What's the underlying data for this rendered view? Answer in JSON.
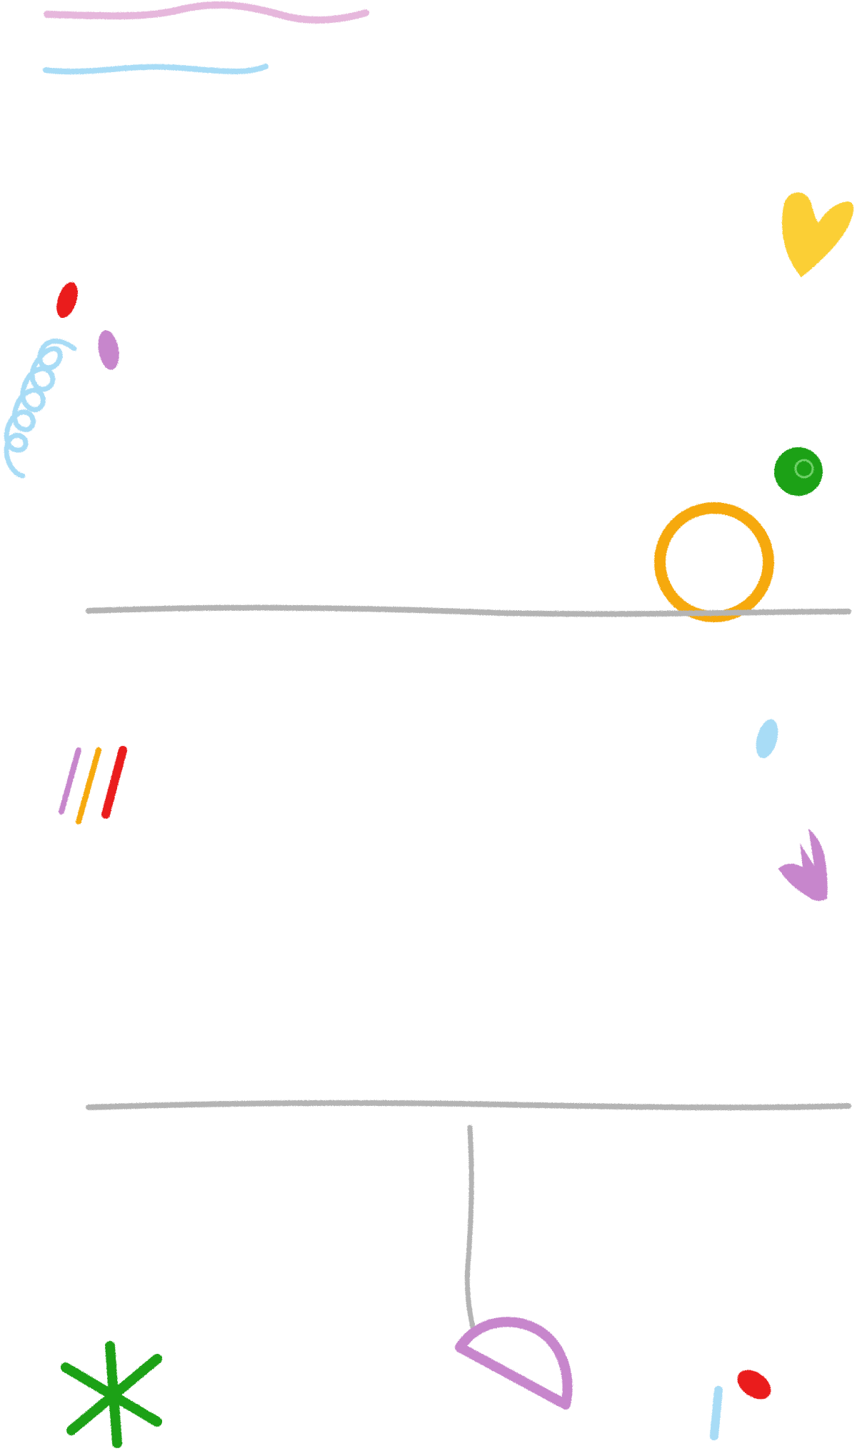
{
  "palette": {
    "pink": "#e6b7dc",
    "light_blue": "#a8dcf6",
    "yellow": "#fbcf35",
    "red": "#ea1e1e",
    "purple": "#c786cc",
    "green": "#1ea119",
    "orange": "#f6a90d",
    "gray": "#b4b4b4"
  },
  "doodles": [
    {
      "name": "pink-wavy-line-doodle",
      "icon": "wavy-line",
      "color": "pink"
    },
    {
      "name": "blue-wavy-line-doodle",
      "icon": "wavy-line",
      "color": "light_blue"
    },
    {
      "name": "yellow-heart-doodle",
      "icon": "heart",
      "color": "yellow"
    },
    {
      "name": "red-dot-doodle",
      "icon": "dot",
      "color": "red"
    },
    {
      "name": "purple-dot-doodle",
      "icon": "dot",
      "color": "purple"
    },
    {
      "name": "blue-spiral-doodle",
      "icon": "spiral",
      "color": "light_blue"
    },
    {
      "name": "green-dot-doodle",
      "icon": "dot",
      "color": "green"
    },
    {
      "name": "orange-ring-doodle",
      "icon": "ring",
      "color": "orange"
    },
    {
      "name": "top-divider-line",
      "icon": "horizontal-line",
      "color": "gray"
    },
    {
      "name": "rainbow-stripes-doodle",
      "icon": "stripes",
      "color": "purple,orange,red"
    },
    {
      "name": "light-blue-dot-doodle",
      "icon": "dot",
      "color": "light_blue"
    },
    {
      "name": "purple-crown-doodle",
      "icon": "crown",
      "color": "purple"
    },
    {
      "name": "bottom-divider-line",
      "icon": "horizontal-line",
      "color": "gray"
    },
    {
      "name": "hanging-string-doodle",
      "icon": "vertical-line",
      "color": "gray"
    },
    {
      "name": "purple-half-circle-doodle",
      "icon": "half-circle",
      "color": "purple"
    },
    {
      "name": "green-asterisk-doodle",
      "icon": "asterisk",
      "color": "green"
    },
    {
      "name": "red-dot-bottom-doodle",
      "icon": "dot",
      "color": "red"
    },
    {
      "name": "blue-dash-doodle",
      "icon": "dash",
      "color": "light_blue"
    }
  ]
}
